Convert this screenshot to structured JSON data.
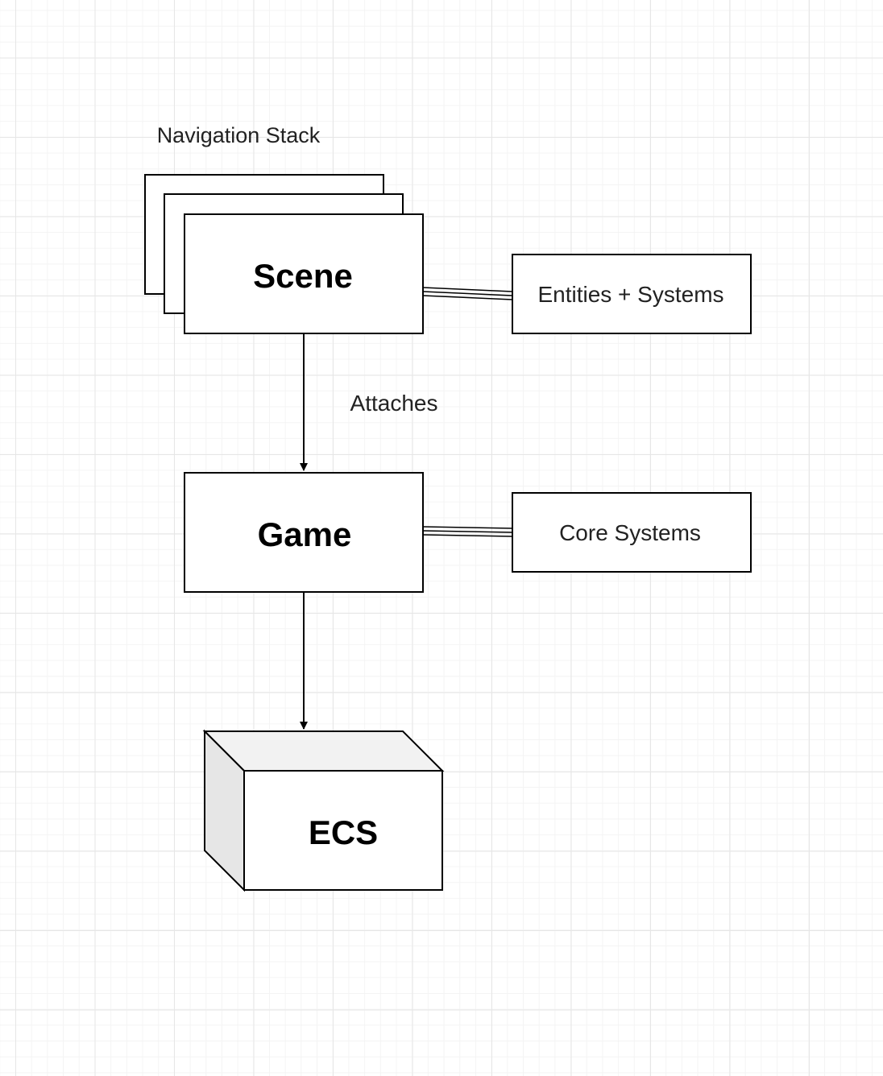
{
  "diagram": {
    "stack_label": "Navigation Stack",
    "scene": {
      "label": "Scene"
    },
    "entities_systems": {
      "label": "Entities + Systems"
    },
    "edge_attaches": {
      "label": "Attaches"
    },
    "game": {
      "label": "Game"
    },
    "core_systems": {
      "label": "Core Systems"
    },
    "ecs": {
      "label": "ECS"
    }
  },
  "colors": {
    "stroke": "#000000",
    "fill": "#ffffff",
    "cube_side": "#e6e6e6",
    "cube_top": "#f2f2f2",
    "grid": "#e6e6e6"
  }
}
